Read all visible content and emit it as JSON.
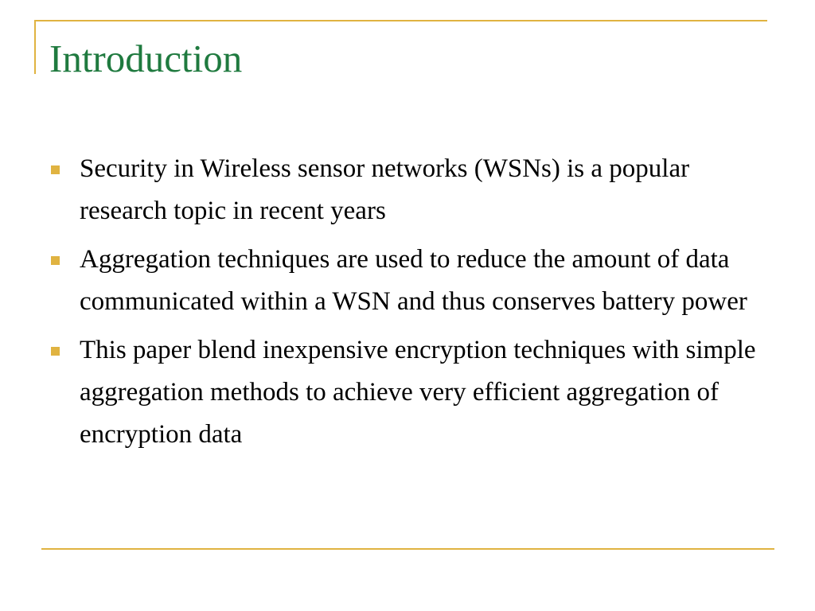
{
  "slide": {
    "title": "Introduction",
    "bullets": [
      {
        "text": "Security in Wireless sensor networks (WSNs) is a popular research topic in recent years"
      },
      {
        "text": "Aggregation techniques are used to reduce the amount of data communicated within a WSN and thus conserves battery power"
      },
      {
        "text": "This paper blend inexpensive encryption techniques with simple aggregation methods to achieve very efficient aggregation of encryption data"
      }
    ]
  },
  "colors": {
    "title": "#1f7a3f",
    "accent": "#e0b341",
    "text": "#000000",
    "background": "#ffffff"
  },
  "icons": {
    "bullet": "square-bullet-icon"
  }
}
